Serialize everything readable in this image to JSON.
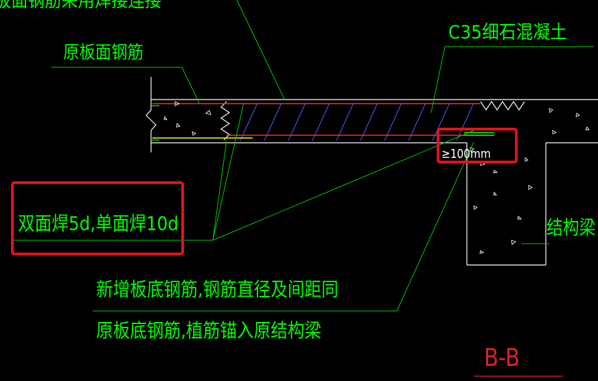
{
  "colors": {
    "background": "#000000",
    "text_green": "#00ff00",
    "leader_green": "#00d000",
    "concrete_outline": "#ffffff",
    "rebar_red": "#ff2a2a",
    "hatch_blue": "#4a63ff",
    "rebar_yellow": "#ffff00",
    "highlight_red": "#e8101a",
    "title_red": "#e0202a"
  },
  "labels": {
    "top_truncated": "板面钢筋采用焊接连接",
    "concrete_grade": "C35细石混凝土",
    "original_top_rebar": "原板面钢筋",
    "weld_length": "双面焊5d,单面焊10d",
    "anchor_depth": "≥100mm",
    "structural_beam": "结构梁",
    "note_line_1": "新增板底钢筋,钢筋直径及间距同",
    "note_line_2": "原板底钢筋,植筋锚入原结构梁",
    "section_title": "B-B"
  }
}
